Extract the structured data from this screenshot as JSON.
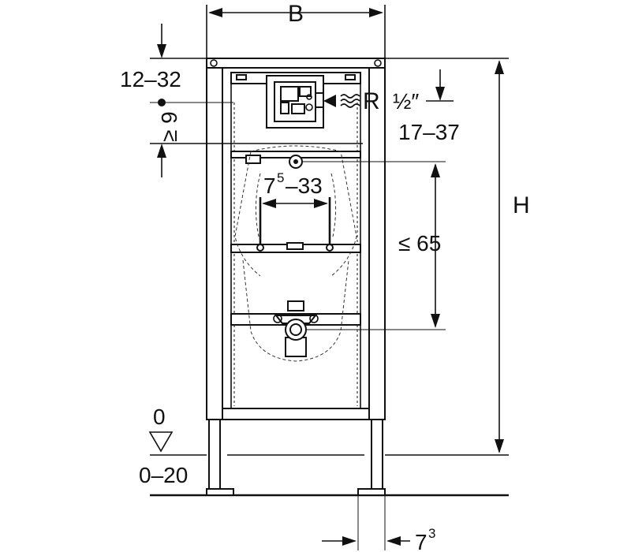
{
  "dimensions": {
    "width_label": "B",
    "height_label": "H",
    "top_offset": "12–32",
    "min_clearance": "≥ 9",
    "thread_prefix": "R",
    "thread_size": "½″",
    "connection_offset": "17–37",
    "spacing_base": "7",
    "spacing_sup": "5",
    "spacing_rest": "–33",
    "max_height": "≤ 65",
    "floor_zero": "0",
    "floor_range": "0–20",
    "foot_base": "7",
    "foot_sup": "3"
  }
}
